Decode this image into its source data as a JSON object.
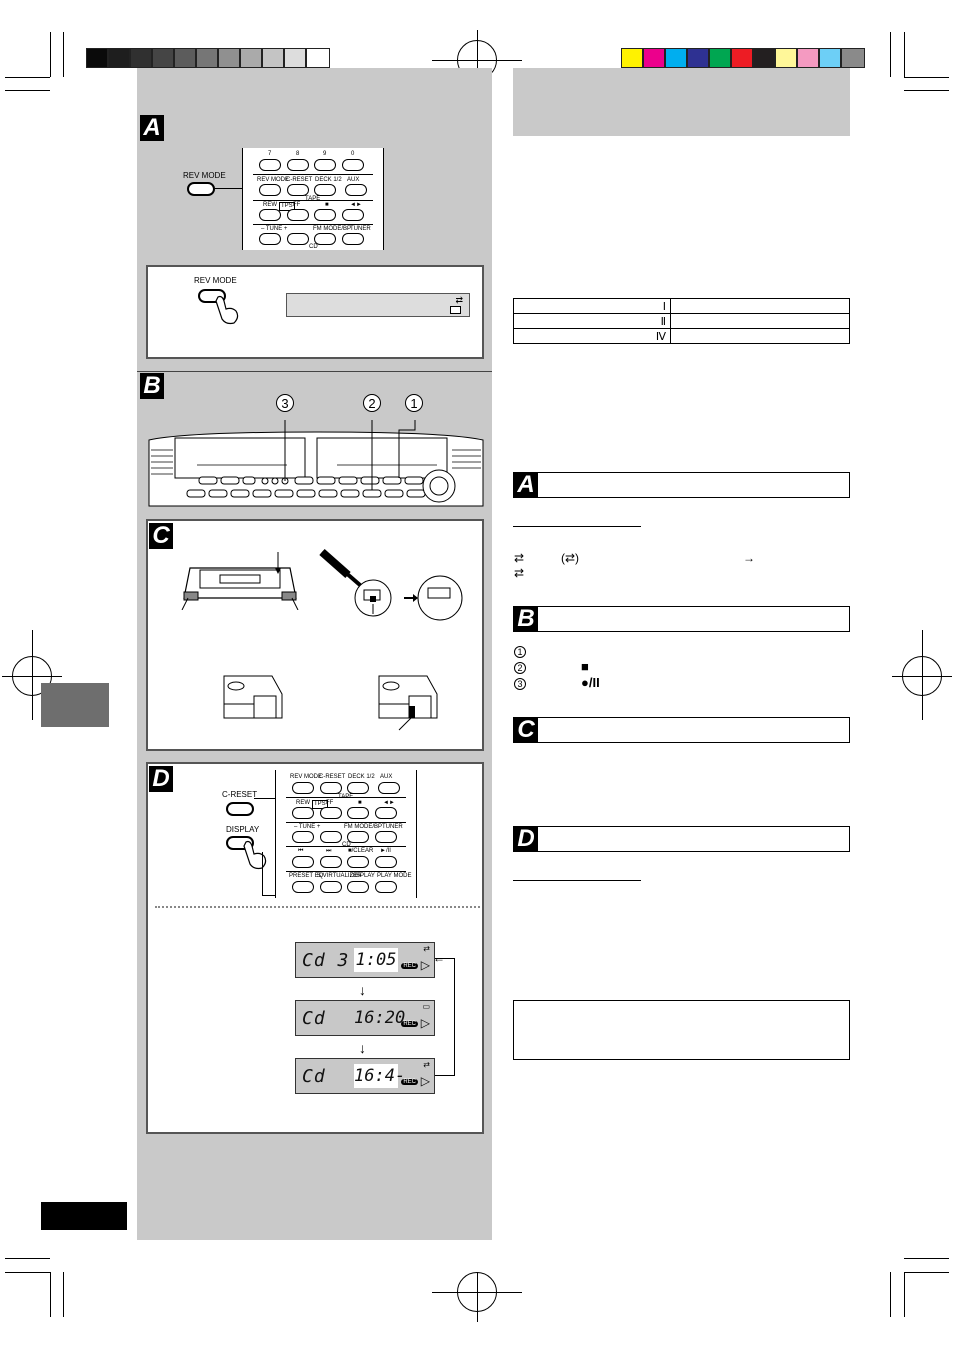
{
  "colors": {
    "grayscale": [
      "#0a0a0a",
      "#1e1e1e",
      "#303030",
      "#454545",
      "#5c5c5c",
      "#767676",
      "#909090",
      "#aaaaaa",
      "#c4c4c4",
      "#dddddd",
      "#ffffff"
    ],
    "process": [
      "#fff200",
      "#ec008c",
      "#00aeef",
      "#2e3192",
      "#00a651",
      "#ed1c24",
      "#231f20",
      "#fff799",
      "#f49ac1",
      "#6dcff6",
      "#8a8a8a"
    ]
  },
  "sections": {
    "a": "A",
    "b": "B",
    "c": "C",
    "d": "D"
  },
  "remote": {
    "digits": [
      "7",
      "8",
      "9",
      "0"
    ],
    "row_labels": [
      "REV MODE",
      "C-RESET",
      "DECK 1/2",
      "AUX"
    ],
    "tape_row": [
      "REW",
      "FF",
      "■",
      "◄►"
    ],
    "tape_word": "TAPE",
    "tips": "TPS",
    "tune_row": [
      "–  TUNE  +",
      "FM MODE/BP",
      "TUNER"
    ],
    "cd_word": "CD",
    "cd_row": [
      "⏮",
      "⏭",
      "■/CLEAR",
      "►/II"
    ],
    "bottom_row": [
      "PRESET EQ",
      "S.VIRTUALIZER",
      "DISPLAY",
      "PLAY MODE"
    ]
  },
  "panel_a": {
    "rev_mode_label": "REV MODE",
    "display_icon": "⇄"
  },
  "panel_b": {
    "callouts": [
      "3",
      "2",
      "1"
    ]
  },
  "panel_d": {
    "c_reset_label": "C-RESET",
    "display_label": "DISPLAY",
    "lcd": [
      {
        "seg": "Cd 3",
        "num": "1:05"
      },
      {
        "seg": "Cd",
        "num": "16:20"
      },
      {
        "seg": "Cd",
        "num": "16:4-"
      }
    ],
    "rec_label": "REC"
  },
  "table": {
    "rows": [
      {
        "left": "Ⅰ",
        "right": ""
      },
      {
        "left": "Ⅱ",
        "right": ""
      },
      {
        "left": "Ⅳ",
        "right": ""
      }
    ]
  },
  "section_a_symbols": {
    "row1_a": "⇄",
    "row1_b": "(⇄)",
    "row1_arrow": "→",
    "row2": "⇄"
  },
  "section_b_steps": [
    {
      "num": "1",
      "symbol": ""
    },
    {
      "num": "2",
      "symbol": "■"
    },
    {
      "num": "3",
      "symbol": "●/II"
    }
  ]
}
